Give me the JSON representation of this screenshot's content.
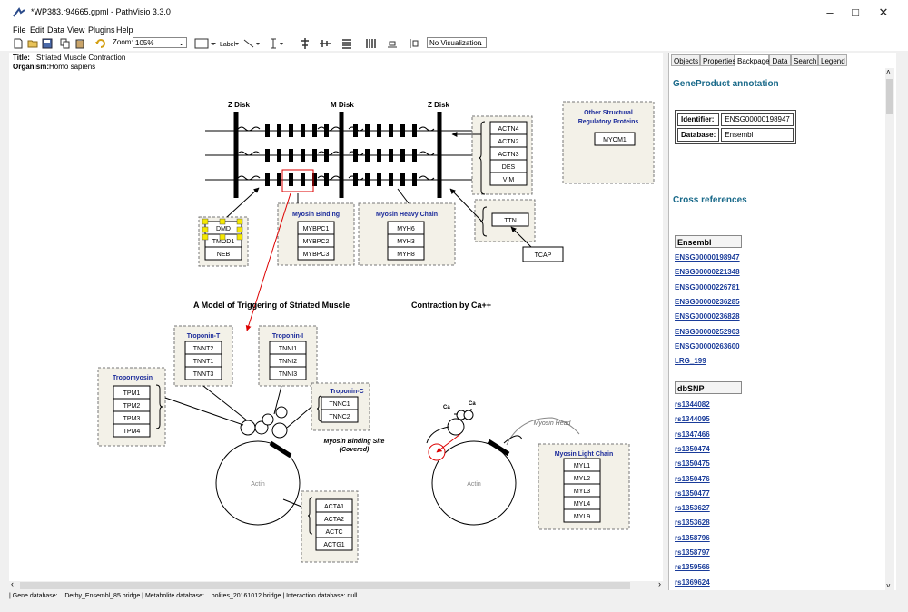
{
  "window": {
    "title": "*WP383.r94665.gpml - PathVisio 3.3.0"
  },
  "menu": [
    "File",
    "Edit",
    "Data",
    "View",
    "Plugins",
    "Help"
  ],
  "toolbar": {
    "zoom_label": "Zoom:",
    "zoom_value": "105%",
    "visualization": "No Visualization"
  },
  "pathway": {
    "title_label": "Title:",
    "title": "Striated Muscle Contraction",
    "organism_label": "Organism:",
    "organism": "Homo sapiens",
    "labels": {
      "zdisk_left": "Z Disk",
      "mdisk": "M Disk",
      "zdisk_right": "Z Disk",
      "model_title_1": "A Model of Triggering of Striated Muscle",
      "model_title_2": "Contraction by Ca++",
      "myosin_site": "Myosin Binding Site",
      "covered": "(Covered)",
      "myosin_head": "Myosin Head",
      "actin_left": "Actin",
      "actin_right": "Actin",
      "ca1": "Ca",
      "ca2": "Ca"
    },
    "groups": {
      "other_structural": {
        "title_1": "Other Structural",
        "title_2": "Regulatory Proteins",
        "genes": [
          "MYOM1"
        ]
      },
      "actn": {
        "genes": [
          "ACTN4",
          "ACTN2",
          "ACTN3",
          "DES",
          "VIM"
        ]
      },
      "ttn": {
        "genes": [
          "TTN"
        ]
      },
      "tcap": {
        "genes": [
          "TCAP"
        ]
      },
      "dmd": {
        "genes": [
          "DMD",
          "TMOD1",
          "NEB"
        ]
      },
      "myosin_binding": {
        "title": "Myosin Binding",
        "genes": [
          "MYBPC1",
          "MYBPC2",
          "MYBPC3"
        ]
      },
      "myosin_heavy": {
        "title": "Myosin Heavy Chain",
        "genes": [
          "MYH6",
          "MYH3",
          "MYH8"
        ]
      },
      "troponin_t": {
        "title": "Troponin-T",
        "genes": [
          "TNNT2",
          "TNNT1",
          "TNNT3"
        ]
      },
      "troponin_i": {
        "title": "Troponin-I",
        "genes": [
          "TNNI1",
          "TNNI2",
          "TNNI3"
        ]
      },
      "troponin_c": {
        "title": "Troponin-C",
        "genes": [
          "TNNC1",
          "TNNC2"
        ]
      },
      "tropomyosin": {
        "title": "Tropomyosin",
        "genes": [
          "TPM1",
          "TPM2",
          "TPM3",
          "TPM4"
        ]
      },
      "actin_genes": {
        "genes": [
          "ACTA1",
          "ACTA2",
          "ACTC",
          "ACTG1"
        ]
      },
      "myosin_light": {
        "title": "Myosin Light Chain",
        "genes": [
          "MYL1",
          "MYL2",
          "MYL3",
          "MYL4",
          "MYL9"
        ]
      }
    }
  },
  "panel": {
    "tabs": [
      "Objects",
      "Properties",
      "Backpage",
      "Data",
      "Search",
      "Legend"
    ],
    "active_tab": "Backpage",
    "annotation_title": "GeneProduct annotation",
    "identifier_label": "Identifier:",
    "identifier": "ENSG00000198947",
    "database_label": "Database:",
    "database": "Ensembl",
    "xref_title": "Cross references",
    "ensembl_head": "Ensembl",
    "ensembl": [
      "ENSG00000198947",
      "ENSG00000221348",
      "ENSG00000226781",
      "ENSG00000236285",
      "ENSG00000236828",
      "ENSG00000252903",
      "ENSG00000263600",
      "LRG_199"
    ],
    "dbsnp_head": "dbSNP",
    "dbsnp": [
      "rs1344082",
      "rs1344095",
      "rs1347466",
      "rs1350474",
      "rs1350475",
      "rs1350476",
      "rs1350477",
      "rs1353627",
      "rs1353628",
      "rs1358796",
      "rs1358797",
      "rs1359566",
      "rs1369624"
    ]
  },
  "status": "| Gene database: ...Derby_Ensembl_85.bridge | Metabolite database: ...bolites_20161012.bridge | Interaction database: null"
}
